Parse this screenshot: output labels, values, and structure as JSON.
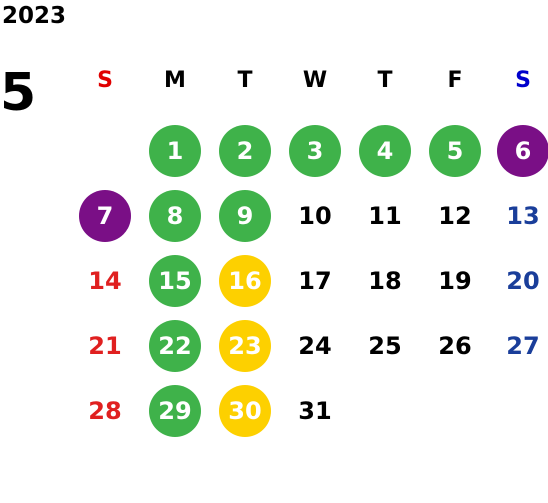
{
  "header": {
    "year": "2023",
    "month": "5"
  },
  "colors": {
    "sunday": "#e02020",
    "saturday": "#1a3e9a",
    "weekday": "#000000",
    "green": "#3fb24a",
    "purple": "#7a0f86",
    "yellow": "#fdd000",
    "weekday_header_sun": "#e00000",
    "weekday_header_sat": "#0000cc"
  },
  "weekdays": [
    "S",
    "M",
    "T",
    "W",
    "T",
    "F",
    "S"
  ],
  "weeks": [
    [
      null,
      {
        "d": "1",
        "mark": "green"
      },
      {
        "d": "2",
        "mark": "green"
      },
      {
        "d": "3",
        "mark": "green"
      },
      {
        "d": "4",
        "mark": "green"
      },
      {
        "d": "5",
        "mark": "green"
      },
      {
        "d": "6",
        "mark": "purple"
      }
    ],
    [
      {
        "d": "7",
        "mark": "purple"
      },
      {
        "d": "8",
        "mark": "green"
      },
      {
        "d": "9",
        "mark": "green"
      },
      {
        "d": "10"
      },
      {
        "d": "11"
      },
      {
        "d": "12"
      },
      {
        "d": "13"
      }
    ],
    [
      {
        "d": "14"
      },
      {
        "d": "15",
        "mark": "green"
      },
      {
        "d": "16",
        "mark": "yellow"
      },
      {
        "d": "17"
      },
      {
        "d": "18"
      },
      {
        "d": "19"
      },
      {
        "d": "20"
      }
    ],
    [
      {
        "d": "21"
      },
      {
        "d": "22",
        "mark": "green"
      },
      {
        "d": "23",
        "mark": "yellow"
      },
      {
        "d": "24"
      },
      {
        "d": "25"
      },
      {
        "d": "26"
      },
      {
        "d": "27"
      }
    ],
    [
      {
        "d": "28"
      },
      {
        "d": "29",
        "mark": "green"
      },
      {
        "d": "30",
        "mark": "yellow"
      },
      {
        "d": "31"
      },
      null,
      null,
      null
    ]
  ]
}
